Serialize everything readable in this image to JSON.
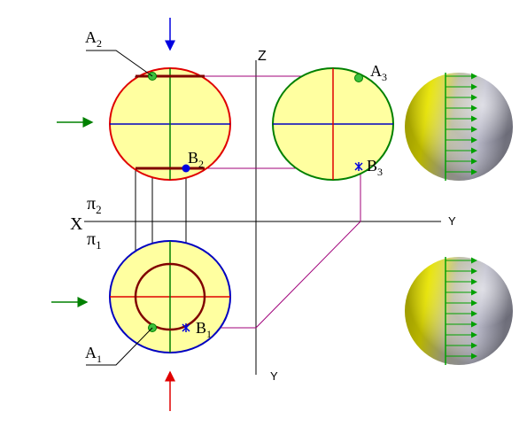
{
  "labels": {
    "a2": "A",
    "a2_sub": "2",
    "b2": "B",
    "b2_sub": "2",
    "a3": "A",
    "a3_sub": "3",
    "b3": "B",
    "b3_sub": "3",
    "a1": "A",
    "a1_sub": "1",
    "b1": "B",
    "b1_sub": "1",
    "pi2": "π",
    "pi2_sub": "2",
    "pi1": "π",
    "pi1_sub": "1",
    "x_axis": "X",
    "z_axis": "Z",
    "y_axis_right": "Y",
    "y_axis_bottom": "Y"
  },
  "colors": {
    "sphere_fill": "#ffffa0",
    "front_outline": "#e00000",
    "side_outline": "#008000",
    "top_outline": "#0000c0",
    "projection_line": "#a0007a",
    "parallel_circle": "#800000",
    "point_a": "#3cc03c",
    "point_b": "#0000e0",
    "arrow_blue": "#0000e0",
    "arrow_green": "#008000",
    "arrow_red": "#e00000",
    "light_arrows": "#00a000"
  }
}
